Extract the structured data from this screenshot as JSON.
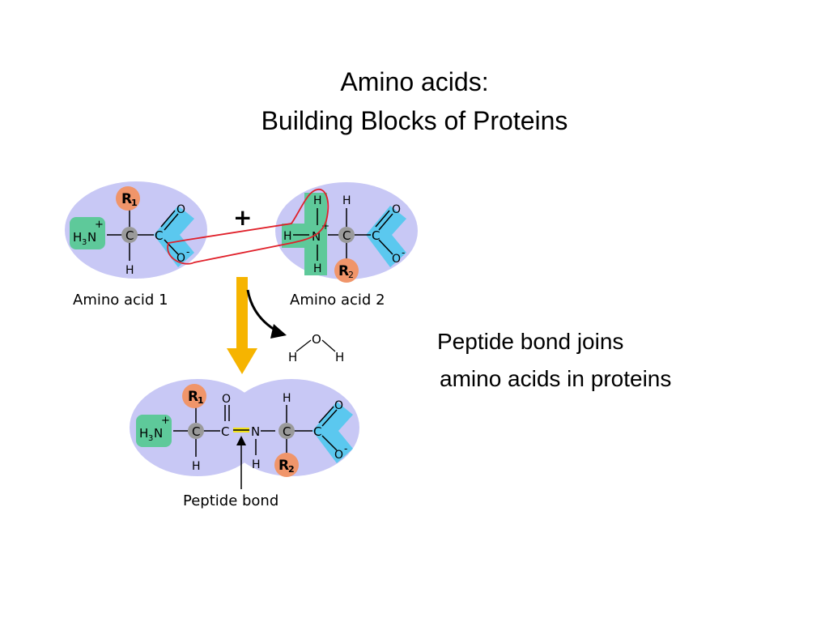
{
  "slide": {
    "title_line1": "Amino acids:",
    "title_line2": "Building Blocks of Proteins",
    "caption_line1": "Peptide bond joins",
    "caption_line2": "amino acids in proteins"
  },
  "diagram": {
    "amino_acid_1_label": "Amino acid 1",
    "amino_acid_2_label": "Amino acid 2",
    "peptide_bond_label": "Peptide bond",
    "plus_sign": "+",
    "r1": "R",
    "r1_sub": "1",
    "r2": "R",
    "r2_sub": "2",
    "atom_c": "C",
    "atom_h": "H",
    "atom_n": "N",
    "atom_o": "O",
    "o_minus": "O",
    "minus": "-",
    "plus_charge": "+",
    "h3": "H",
    "h3_sub": "3",
    "water_h": "H",
    "water_o": "O",
    "colors": {
      "molecule_bg": "#c8c8f5",
      "amino_group": "#5ec99a",
      "carboxyl_group": "#5bc8ef",
      "r_group": "#f0956a",
      "alpha_carbon": "#9a9a9a",
      "red_outline": "#e0202a",
      "arrow_yellow": "#f6b400",
      "peptide_bond_highlight": "#f2e21a"
    }
  }
}
